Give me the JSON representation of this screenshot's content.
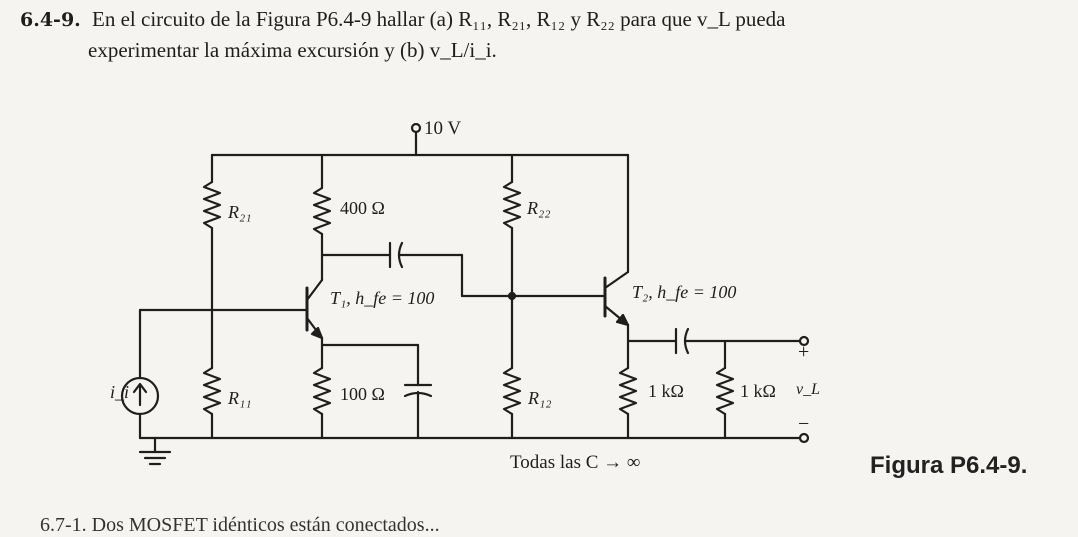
{
  "problem": {
    "number": "6.4-9.",
    "line1": "En el circuito de la Figura P6.4-9 hallar (a) R₁₁, R₂₁, R₁₂ y R₂₂ para que v_L pueda",
    "line2": "experimentar la máxima excursión y (b) v_L/i_i."
  },
  "circuit": {
    "supply": "10 V",
    "r21": "R₂₁",
    "r11": "R₁₁",
    "r22": "R₂₂",
    "r12": "R₁₂",
    "rc1": "400 Ω",
    "re1": "100 Ω",
    "re2": "1 kΩ",
    "rl": "1 kΩ",
    "t1": "T₁, h_fe = 100",
    "t2": "T₂, h_fe = 100",
    "source": "i_i",
    "vl": "v_L",
    "plus": "+",
    "minus": "−"
  },
  "note": "Todas las C → ∞",
  "figure_label": "Figura P6.4-9.",
  "bottom_text": "6.7-1. Dos MOSFET idénticos están conectados..."
}
